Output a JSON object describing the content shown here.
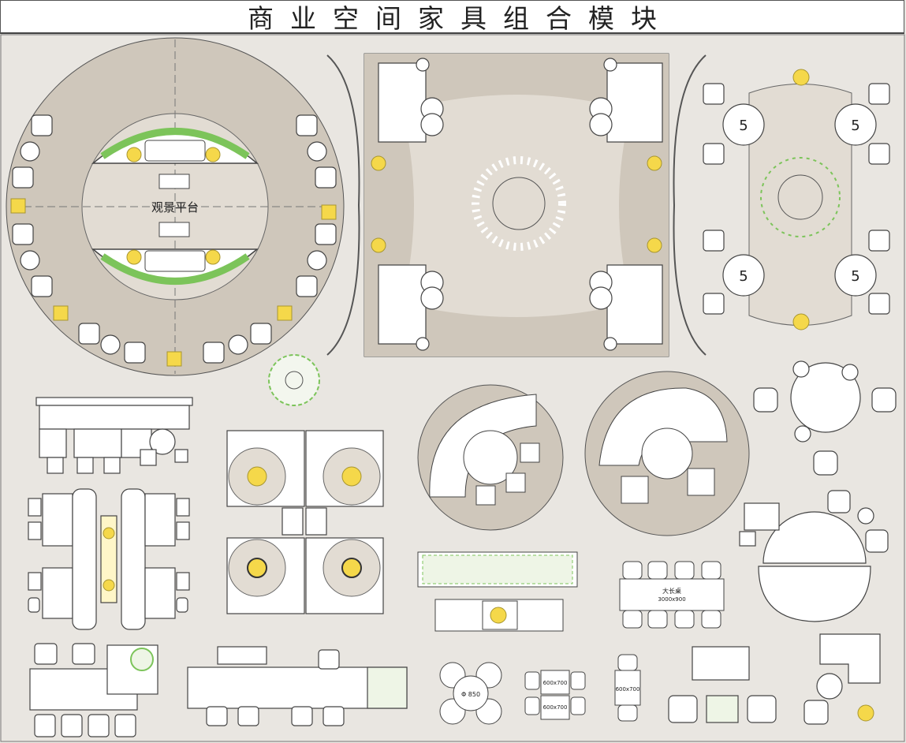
{
  "title": "商业空间家具组合模块",
  "labels": {
    "viewing_platform": "观景平台",
    "table_number": "5",
    "long_table_name": "大长桌",
    "long_table_size": "3000x900",
    "round_table": "Φ 850",
    "square_table_a": "600x700",
    "square_table_b": "600x700",
    "narrow_table": "600x700"
  },
  "colors": {
    "background": "#e9e6e1",
    "floor_tan": "#cfc7bb",
    "floor_light": "#e2dcd3",
    "furniture_white": "#ffffff",
    "outline": "#444444",
    "plant_green": "#7cc45a",
    "lamp_yellow": "#f5d84a"
  }
}
